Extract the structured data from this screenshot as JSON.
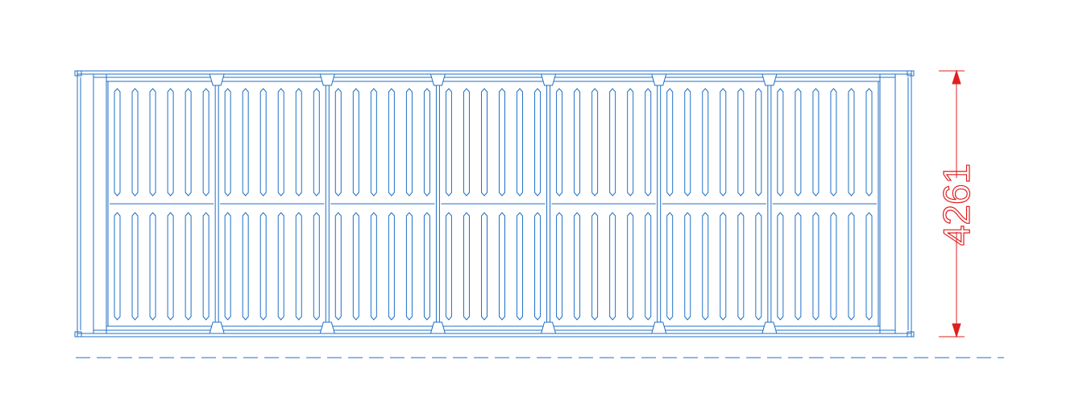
{
  "drawing": {
    "dimension_value": "4261",
    "colors": {
      "outline": "#1f6fc7",
      "dimension": "#e01f1f",
      "background": "#ffffff"
    },
    "panels": 7,
    "slot_columns_per_panel": 6,
    "slot_rows": 2
  }
}
